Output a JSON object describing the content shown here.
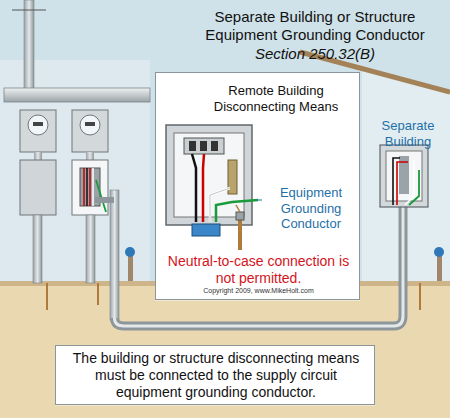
{
  "diagram": {
    "title": "Separate Building or Structure Equipment Grounding Conductor",
    "nodes": [
      {
        "text": [
          "Remote Building Disconnecting Means",
          "Equipment Grounding Conductor",
          "Neutral-to-case connection is not permitted.",
          "Copyright 2009, www.MikeHolt.com"
        ]
      },
      {
        "text": [
          "The building or structure disconnecting means must be connected to the supply circuit equipment grounding conductor."
        ]
      }
    ],
    "labels": [
      "Section 250.32(B)",
      "Separate Building"
    ]
  }
}
